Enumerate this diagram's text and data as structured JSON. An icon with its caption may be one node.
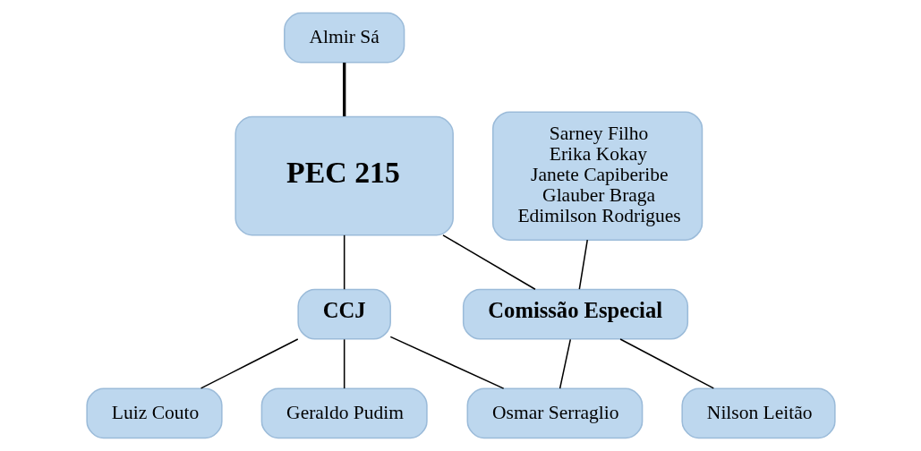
{
  "diagram": {
    "nodes": [
      {
        "text": [
          "Almir Sá"
        ]
      },
      {
        "text": [
          "PEC 215"
        ]
      },
      {
        "text": [
          "Sarney Filho",
          "Erika Kokay",
          "Janete Capiberibe",
          "Glauber Braga",
          "Edimilson Rodrigues"
        ]
      },
      {
        "text": [
          "CCJ"
        ]
      },
      {
        "text": [
          "Comissão Especial"
        ]
      },
      {
        "text": [
          "Luiz Couto"
        ]
      },
      {
        "text": [
          "Geraldo Pudim"
        ]
      },
      {
        "text": [
          "Osmar Serraglio"
        ]
      },
      {
        "text": [
          "Nilson Leitão"
        ]
      }
    ],
    "edges": [
      {
        "from": 0,
        "to": 1,
        "arrow": "none",
        "style": "thick"
      },
      {
        "from": 1,
        "to": 3,
        "arrow": "none"
      },
      {
        "from": 1,
        "to": 4,
        "arrow": "none"
      },
      {
        "from": 4,
        "to": 2,
        "arrow": "none"
      },
      {
        "from": 3,
        "to": 5,
        "arrow": "none"
      },
      {
        "from": 3,
        "to": 6,
        "arrow": "none"
      },
      {
        "from": 3,
        "to": 7,
        "arrow": "none"
      },
      {
        "from": 4,
        "to": 7,
        "arrow": "none"
      },
      {
        "from": 4,
        "to": 8,
        "arrow": "none"
      }
    ]
  }
}
